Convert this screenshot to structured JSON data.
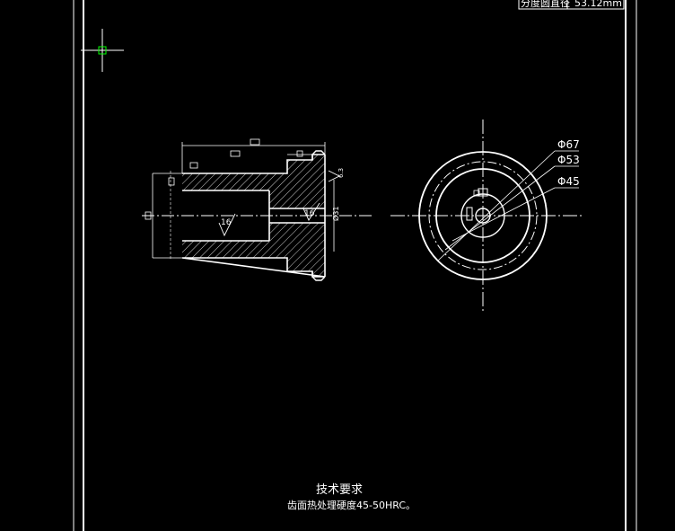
{
  "title_block": {
    "label": "分度圆直径",
    "value": "53.12mm"
  },
  "side_view": {
    "small_dim_labels": [
      "",
      "",
      "",
      ""
    ],
    "roughness_inner": "16",
    "roughness_bore": "16",
    "dia_label_right": "Ø31",
    "roughness_flange": "6.3"
  },
  "front_view": {
    "dia_outer": "Φ67",
    "dia_mid": "Φ53",
    "dia_inner": "Φ45"
  },
  "notes": {
    "heading": "技术要求",
    "line1": "齿面热处理硬度45-50HRC。"
  },
  "colors": {
    "background": "#000000",
    "line": "#ffffff",
    "cursor": "#00ff00"
  }
}
